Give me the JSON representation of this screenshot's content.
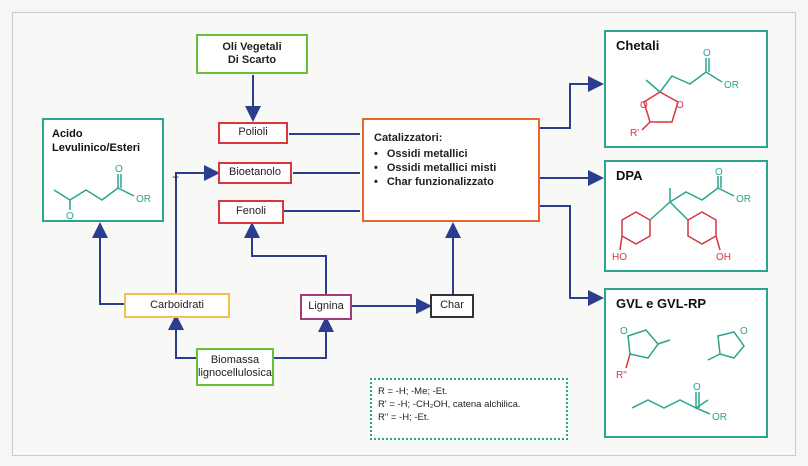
{
  "nodes": {
    "oli": "Oli Vegetali\nDi Scarto",
    "polioli": "Polioli",
    "bioetanolo": "Bioetanolo",
    "fenoli": "Fenoli",
    "carboidrati": "Carboidrati",
    "lignina": "Lignina",
    "char": "Char",
    "biomassa": "Biomassa\nlignocellulosica"
  },
  "acid": {
    "title": "Acido\nLevulinico/Esteri",
    "plus": "+",
    "ring_o": "O",
    "carbonyl_o": "O",
    "or": "OR"
  },
  "catalyst": {
    "title": "Catalizzatori:",
    "items": [
      "Ossidi metallici",
      "Ossidi metallici misti",
      "Char funzionalizzato"
    ]
  },
  "products": {
    "chetali": {
      "title": "Chetali",
      "o1": "O",
      "o2": "O",
      "o3": "O",
      "or": "OR",
      "r": "R'"
    },
    "dpa": {
      "title": "DPA",
      "o": "O",
      "or": "OR",
      "ho1": "HO",
      "oh2": "OH"
    },
    "gvl": {
      "title": "GVL e GVL-RP",
      "o1": "O",
      "o2": "O",
      "r": "R\"",
      "o3": "O",
      "or": "OR"
    }
  },
  "legend": {
    "line1": "R = -H; -Me; -Et.",
    "line2": "R' = -H; -CH₂OH, catena alchilica.",
    "line3": "R\" = -H; -Et."
  },
  "colors": {
    "arrow": "#2b3d8f",
    "teal": "#2aa58e",
    "red": "#d9363e"
  }
}
